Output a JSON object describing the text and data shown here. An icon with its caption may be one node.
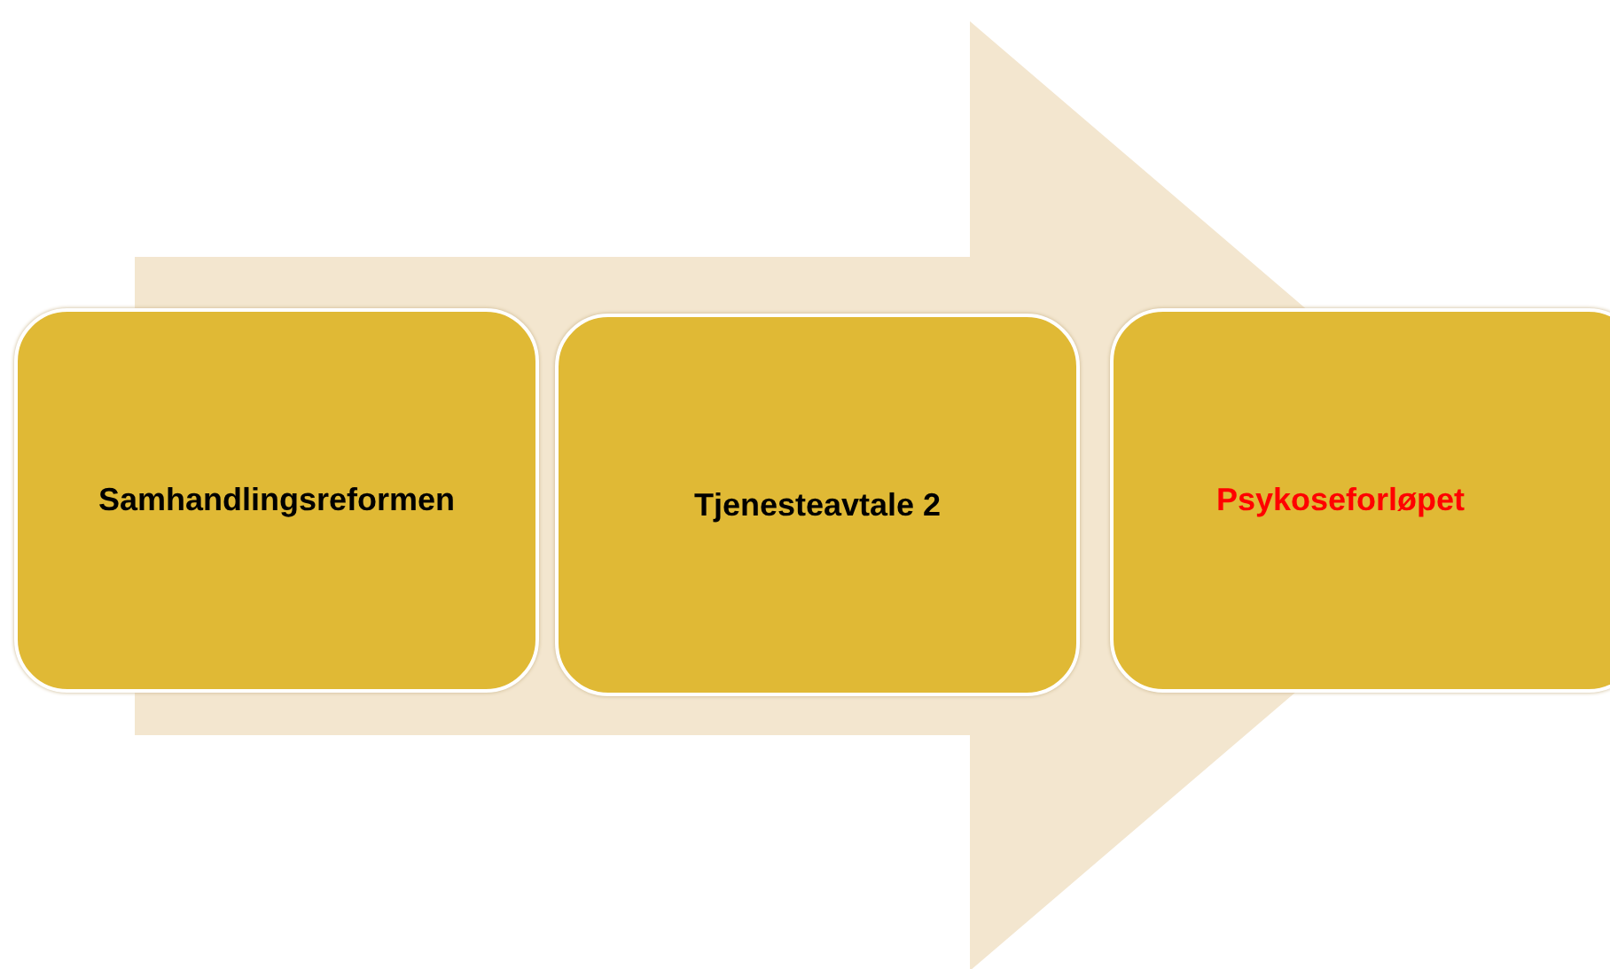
{
  "diagram": {
    "nodes": [
      {
        "text": [
          "Samhandlingsreformen"
        ]
      },
      {
        "text": [
          "Tjenesteavtale 2"
        ]
      },
      {
        "text": [
          "Psykoseforløpet"
        ]
      }
    ],
    "edges": [
      {
        "from": 0,
        "to": 2,
        "arrow": "to"
      }
    ]
  }
}
